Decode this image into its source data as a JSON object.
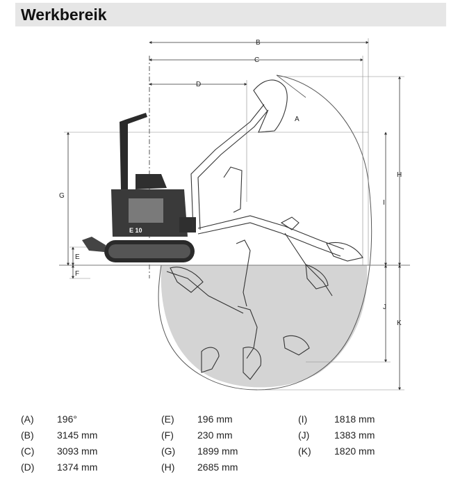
{
  "title": "Werkbereik",
  "diagram": {
    "machine_badge": "E 10",
    "labels": {
      "A": "A",
      "B": "B",
      "C": "C",
      "D": "D",
      "E": "E",
      "F": "F",
      "G": "G",
      "H": "H",
      "I": "I",
      "J": "J",
      "K": "K"
    }
  },
  "specs": [
    [
      {
        "key": "(A)",
        "value": "196°"
      },
      {
        "key": "(E)",
        "value": "196 mm"
      },
      {
        "key": "(I)",
        "value": "1818 mm"
      }
    ],
    [
      {
        "key": "(B)",
        "value": "3145 mm"
      },
      {
        "key": "(F)",
        "value": "230 mm"
      },
      {
        "key": "(J)",
        "value": "1383 mm"
      }
    ],
    [
      {
        "key": "(C)",
        "value": "3093 mm"
      },
      {
        "key": "(G)",
        "value": "1899 mm"
      },
      {
        "key": "(K)",
        "value": "1820 mm"
      }
    ],
    [
      {
        "key": "(D)",
        "value": "1374 mm"
      },
      {
        "key": "(H)",
        "value": "2685 mm"
      },
      {
        "key": "",
        "value": ""
      }
    ]
  ]
}
